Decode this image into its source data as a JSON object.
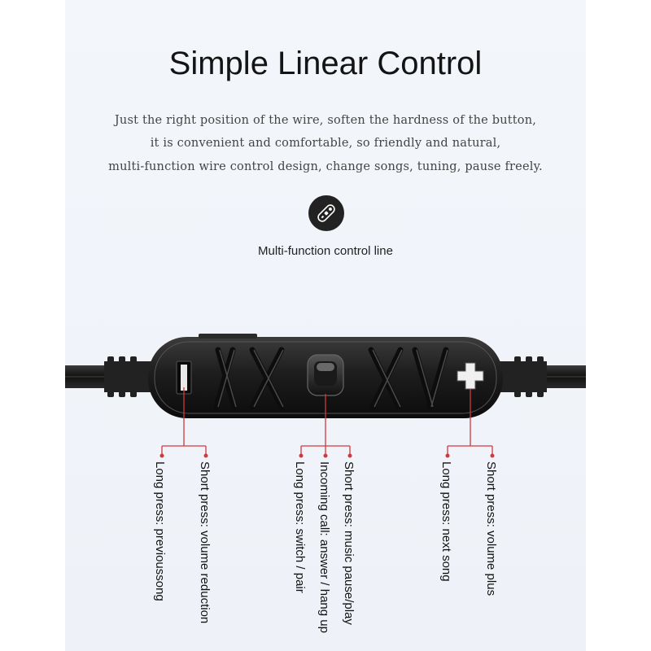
{
  "title": "Simple Linear Control",
  "description": [
    "Just the right position of the wire, soften the hardness of the button,",
    "it is convenient and comfortable, so friendly and natural,",
    "multi-function wire control design, change songs, tuning, pause freely."
  ],
  "badge_icon": "remote-control-icon",
  "badge_caption": "Multi-function control line",
  "colors": {
    "accent_line": "#d0393b",
    "device_body": "#1c1c1c",
    "badge_bg": "#222222"
  },
  "labels": {
    "minus_short": "Short press: volume reduction",
    "minus_long": "Long press: previoussong",
    "center_short": "Short press: music pause/play",
    "center_call": "Incoming call: answer / hang up",
    "center_long": "Long press: switch / pair",
    "plus_short": "Short press: volume plus",
    "plus_long": "Long press: next song"
  }
}
